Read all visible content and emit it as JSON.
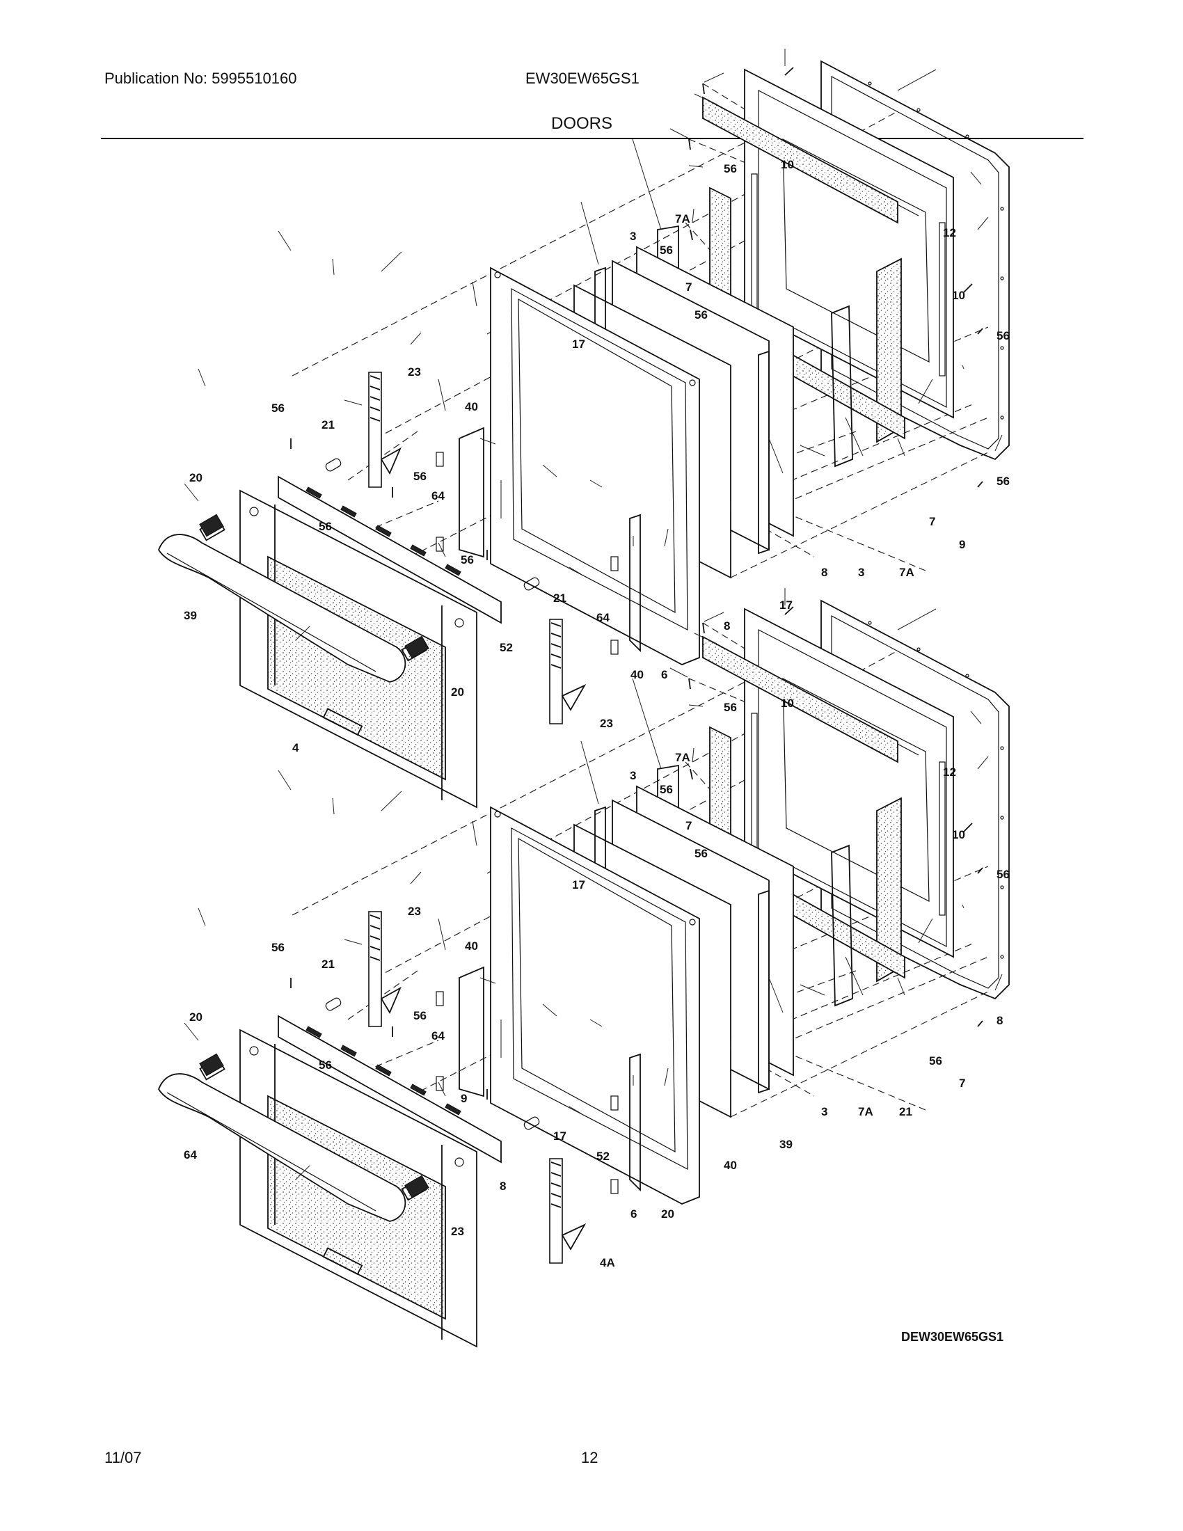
{
  "header": {
    "publication": "Publication No: 5995510160",
    "model": "EW30EW65GS1",
    "section": "DOORS"
  },
  "footer": {
    "date": "11/07",
    "page": "12"
  },
  "diagram": {
    "code": "DEW30EW65GS1",
    "upper_callouts": [
      "56",
      "10",
      "7A",
      "12",
      "56",
      "3",
      "7",
      "10",
      "56",
      "56",
      "17",
      "23",
      "56",
      "40",
      "21",
      "56",
      "64",
      "20",
      "56",
      "56",
      "9",
      "7",
      "56",
      "8",
      "3",
      "7A",
      "21",
      "17",
      "39",
      "64",
      "52",
      "8",
      "20",
      "40",
      "6",
      "23",
      "4"
    ],
    "lower_callouts": [
      "56",
      "10",
      "7A",
      "12",
      "56",
      "3",
      "7",
      "10",
      "56",
      "56",
      "17",
      "23",
      "40",
      "56",
      "21",
      "56",
      "20",
      "64",
      "56",
      "9",
      "7",
      "56",
      "8",
      "3",
      "7A",
      "21",
      "17",
      "39",
      "64",
      "52",
      "8",
      "40",
      "6",
      "20",
      "23",
      "4A"
    ]
  }
}
